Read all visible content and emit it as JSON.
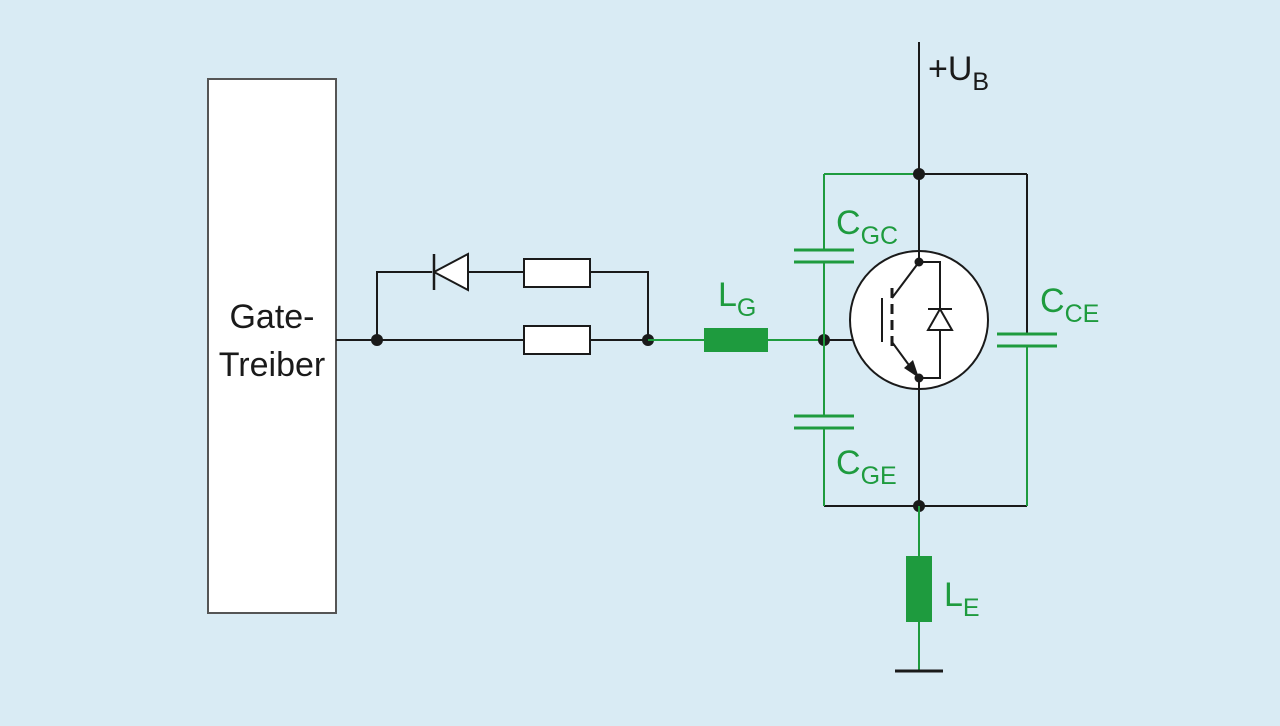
{
  "driver": {
    "line1": "Gate-",
    "line2": "Treiber"
  },
  "labels": {
    "supply": {
      "main": "+U",
      "sub": "B"
    },
    "cgc": {
      "main": "C",
      "sub": "GC"
    },
    "cge": {
      "main": "C",
      "sub": "GE"
    },
    "cce": {
      "main": "C",
      "sub": "CE"
    },
    "lg": {
      "main": "L",
      "sub": "G"
    },
    "le": {
      "main": "L",
      "sub": "E"
    }
  },
  "colors": {
    "background": "#d9ebf4",
    "wire": "#1a1a1a",
    "parasitic": "#1e9b3e",
    "component_fill": "#ffffff"
  }
}
